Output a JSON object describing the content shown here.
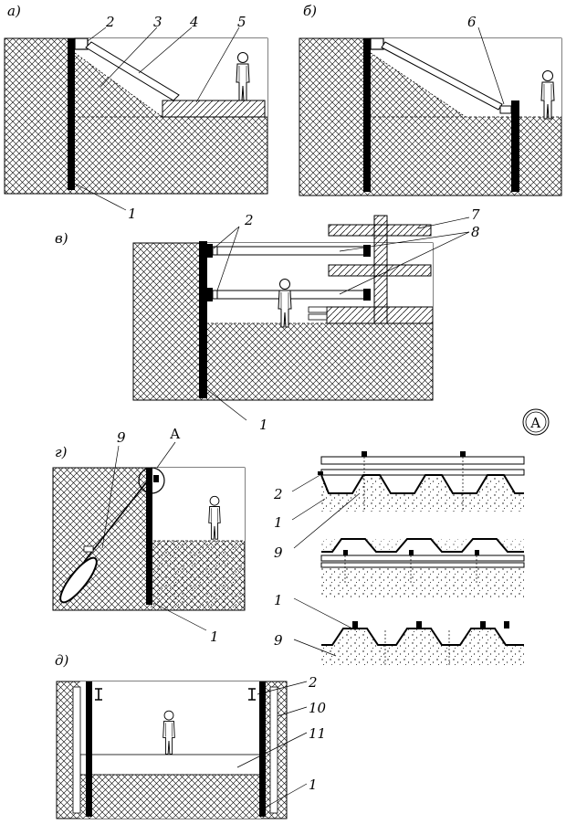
{
  "panels": {
    "a": "а)",
    "b": "б)",
    "v": "в)",
    "g": "г)",
    "d": "д)"
  },
  "numbers": {
    "n1": "1",
    "n2": "2",
    "n3": "3",
    "n4": "4",
    "n5": "5",
    "n6": "6",
    "n7": "7",
    "n8": "8",
    "n9": "9",
    "n10": "10",
    "n11": "11"
  },
  "detail": {
    "marker": "А",
    "circle_letter": "А"
  },
  "colors": {
    "ink": "#000000",
    "paper": "#ffffff"
  }
}
